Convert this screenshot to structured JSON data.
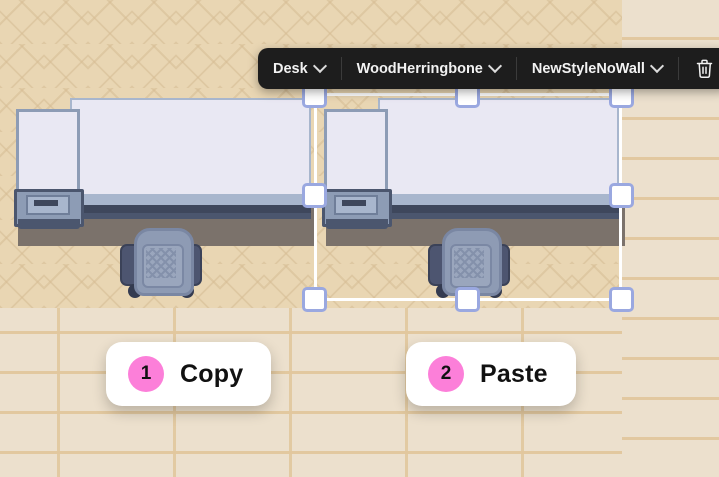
{
  "app": {
    "scene_name": "office-room-editor"
  },
  "toolbar": {
    "items": [
      {
        "label": "Desk",
        "icon": "chevron-down-icon"
      },
      {
        "label": "WoodHerringbone",
        "icon": "chevron-down-icon"
      },
      {
        "label": "NewStyleNoWall",
        "icon": "chevron-down-icon"
      }
    ],
    "delete_icon": "trash-icon",
    "background_color": "#1d1d1d",
    "text_color": "#f2f2f2"
  },
  "actions": [
    {
      "step": "1",
      "label": "Copy",
      "badge_color": "#fc7fd9"
    },
    {
      "step": "2",
      "label": "Paste",
      "badge_color": "#fc7fd9"
    }
  ],
  "objects": [
    {
      "type": "desk",
      "name": "desk-left"
    },
    {
      "type": "chair",
      "name": "chair-left"
    },
    {
      "type": "desk",
      "name": "desk-right"
    },
    {
      "type": "chair",
      "name": "chair-right"
    }
  ],
  "selection": {
    "handle_count": 6,
    "handle_fill": "#ffffff",
    "handle_border": "#9aa8e0",
    "outline_color": "#ffffff"
  },
  "environment": {
    "floor_style": "WoodHerringbone",
    "floor_color": "#e9d6b3",
    "wall_style": "brick",
    "wall_color": "#ece0cd"
  }
}
